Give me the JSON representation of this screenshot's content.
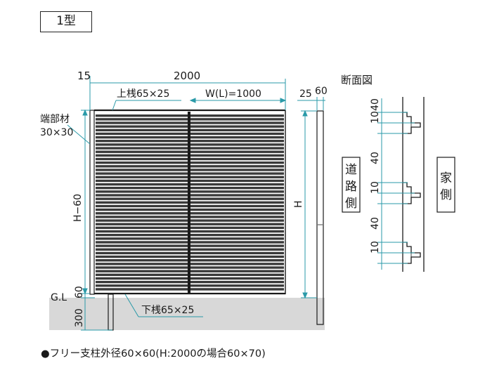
{
  "title": "1型",
  "dimensions": {
    "top_left": "15",
    "total_width": "2000",
    "top_rail": "上桟65×25",
    "width_l": "W(L)=1000",
    "post_a": "25",
    "post_b": "60",
    "end_member_1": "端部材",
    "end_member_2": "30×30",
    "height_minus": "H−60",
    "height": "H",
    "gl": "G.L",
    "gl_gap": "60",
    "embed": "300",
    "bottom_rail": "下桟65×25"
  },
  "section": {
    "title": "断面図",
    "road_side": "道路側",
    "house_side": "家側",
    "dims": [
      "40",
      "10",
      "40",
      "10",
      "40",
      "10"
    ]
  },
  "footnote": "●フリー支柱外径60×60(H:2000の場合60×70)",
  "colors": {
    "line": "#1a1a1a",
    "dim": "#2a9aa8",
    "ground": "#d8d8d8"
  }
}
